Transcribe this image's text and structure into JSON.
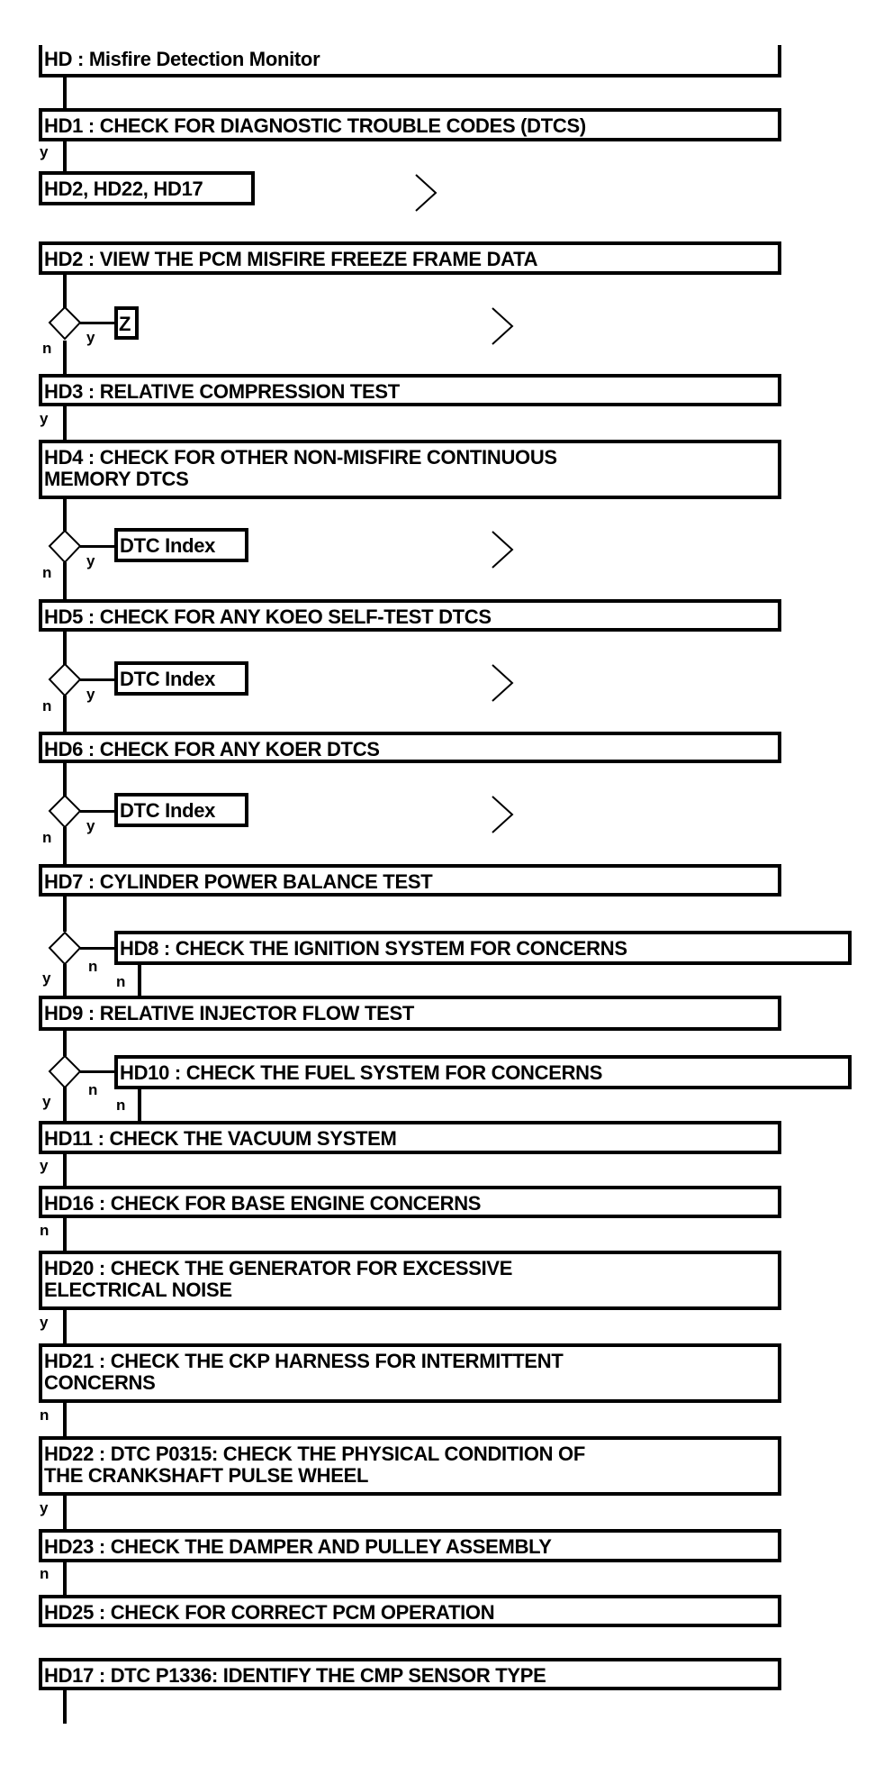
{
  "title": "HD : Misfire Detection Monitor",
  "steps": {
    "hd1": "HD1 : CHECK FOR DIAGNOSTIC TROUBLE CODES (DTCS)",
    "hd1_result": "HD2, HD22, HD17",
    "hd2": "HD2 : VIEW THE PCM MISFIRE FREEZE FRAME DATA",
    "hd2_result": "Z",
    "hd3": "HD3 : RELATIVE COMPRESSION TEST",
    "hd4": "HD4 : CHECK FOR OTHER NON-MISFIRE CONTINUOUS\nMEMORY DTCS",
    "hd4_result": "DTC Index",
    "hd5": "HD5 : CHECK FOR ANY KOEO SELF-TEST DTCS",
    "hd5_result": "DTC Index",
    "hd6": "HD6 : CHECK FOR ANY KOER DTCS",
    "hd6_result": "DTC Index",
    "hd7": "HD7 : CYLINDER POWER BALANCE TEST",
    "hd8": "HD8 : CHECK THE IGNITION SYSTEM FOR CONCERNS",
    "hd9": "HD9 : RELATIVE INJECTOR FLOW TEST",
    "hd10": "HD10 : CHECK THE FUEL SYSTEM FOR CONCERNS",
    "hd11": "HD11 : CHECK THE VACUUM SYSTEM",
    "hd16": "HD16 : CHECK FOR BASE ENGINE CONCERNS",
    "hd20": "HD20 : CHECK THE GENERATOR FOR EXCESSIVE\nELECTRICAL NOISE",
    "hd21": "HD21 : CHECK THE CKP HARNESS FOR INTERMITTENT\nCONCERNS",
    "hd22": "HD22 : DTC P0315: CHECK THE PHYSICAL CONDITION OF\nTHE CRANKSHAFT PULSE WHEEL",
    "hd23": "HD23 : CHECK THE DAMPER AND PULLEY ASSEMBLY",
    "hd25": "HD25 : CHECK FOR CORRECT PCM OPERATION",
    "hd17": "HD17 : DTC P1336: IDENTIFY THE CMP SENSOR TYPE"
  },
  "labels": {
    "yes": "y",
    "no": "n"
  },
  "icons": {
    "decision": "diamond-icon",
    "link": "chevron-right-icon"
  }
}
